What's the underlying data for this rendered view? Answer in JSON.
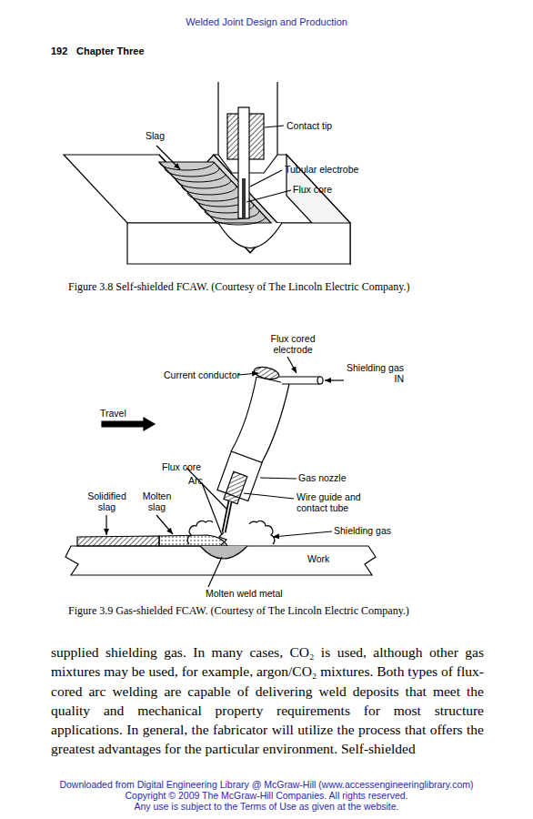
{
  "diagram": {
    "labels": [
      "Welded Joint Design and Production",
      "192",
      "Chapter Three",
      "Slag",
      "Contact tip",
      "Tubular electrobe",
      "Flux core",
      "Figure 3.8 Self-shielded FCAW. (Courtesy of The Lincoln Electric Company.)",
      "Flux cored electrode",
      "Current conductor",
      "Shielding gas IN",
      "Travel",
      "Flux core",
      "Arc",
      "Gas nozzle",
      "Solidified slag",
      "Molten slag",
      "Wire guide and contact tube",
      "Shielding gas",
      "Work",
      "Molten weld metal",
      "Figure 3.9 Gas-shielded FCAW. (Courtesy of The Lincoln Electric Company.)",
      "supplied shielding gas. In many cases, CO₂ is used, although other gas mixtures may be used, for example, argon/CO₂ mixtures. Both types of flux-cored arc welding are capable of delivering weld deposits that meet the quality and mechanical property requirements for most structure applications. In general, the fabricator will utilize the process that offers the greatest advantages for the particular environment. Self-shielded",
      "Downloaded from Digital Engineering Library @ McGraw-Hill (www.accessengineeringlibrary.com)",
      "Copyright © 2009 The McGraw-Hill Companies. All rights reserved.",
      "Any use is subject to the Terms of Use as given at the website."
    ]
  }
}
